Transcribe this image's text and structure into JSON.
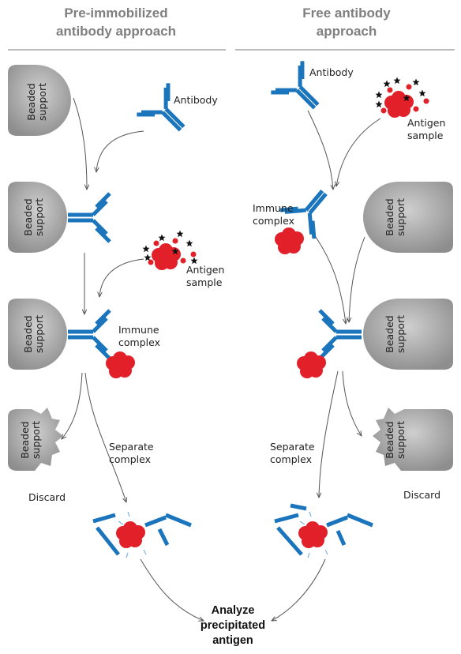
{
  "headers": {
    "left": [
      "Pre-immobilized",
      "antibody approach"
    ],
    "right": [
      "Free antibody",
      "approach"
    ]
  },
  "labels": {
    "antibody": "Antibody",
    "antigen_sample": [
      "Antigen",
      "sample"
    ],
    "immune_complex": [
      "Immune",
      "complex"
    ],
    "separate_complex": [
      "Separate",
      "complex"
    ],
    "discard": "Discard",
    "beaded_support": [
      "Beaded",
      "support"
    ],
    "final": [
      "Analyze",
      "precipitated",
      "antigen"
    ]
  },
  "colors": {
    "antibody": "#1a75bc",
    "antigen": "#e2202a",
    "bead": "#a7a7a7",
    "arrow": "#555555",
    "header": "#7f7f7f",
    "star": "#111111"
  },
  "icons": [
    "antibody-icon",
    "bead-icon",
    "antigen-icon",
    "star-icon",
    "arrow-icon"
  ]
}
